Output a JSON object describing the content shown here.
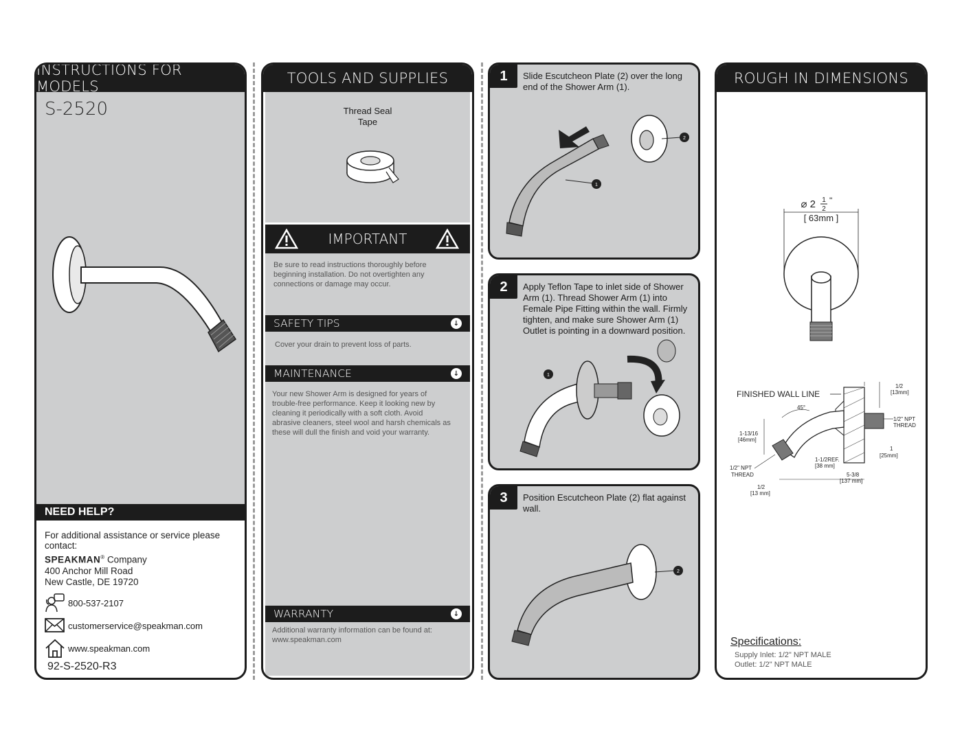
{
  "panel1": {
    "header": "INSTRUCTIONS FOR MODELS",
    "model": "S-2520",
    "help_title": "NEED HELP?",
    "help_text": "For additional assistance or service please contact:",
    "company_brand": "SPEAKMAN",
    "company_reg": "®",
    "company_word": "Company",
    "address1": "400 Anchor Mill Road",
    "address2": "New Castle, DE 19720",
    "phone": "800-537-2107",
    "email": "customerservice@speakman.com",
    "web": "www.speakman.com",
    "doc_number": "92-S-2520-R3"
  },
  "panel2": {
    "header": "TOOLS AND SUPPLIES",
    "tool_line1": "Thread Seal",
    "tool_line2": "Tape",
    "important_title": "IMPORTANT",
    "important_text": "Be sure to read instructions thoroughly before beginning installation. Do not overtighten any connections or damage may occur.",
    "safety_title": "SAFETY TIPS",
    "safety_text": "Cover your drain to prevent loss of parts.",
    "maintenance_title": "MAINTENANCE",
    "maintenance_text": "Your new Shower Arm is designed for years of trouble-free performance. Keep it looking new by cleaning it periodically with a soft cloth. Avoid abrasive cleaners, steel wool and harsh chemicals as these will dull the finish and void your warranty.",
    "warranty_title": "WARRANTY",
    "warranty_text": "Additional warranty information can be found at: www.speakman.com"
  },
  "steps": [
    {
      "num": "1",
      "text": "Slide Escutcheon Plate (2) over the long end of the Shower Arm (1)."
    },
    {
      "num": "2",
      "text": "Apply Teflon Tape to inlet side of Shower Arm (1). Thread Shower Arm (1) into Female Pipe Fitting within the wall. Firmly tighten, and make sure Shower Arm (1) Outlet is pointing in a downward position."
    },
    {
      "num": "3",
      "text": "Position Escutcheon Plate (2) flat against wall."
    }
  ],
  "callouts": {
    "arm": "1",
    "plate": "2"
  },
  "panel4": {
    "header": "ROUGH IN DIMENSIONS",
    "diameter": "⌀ 2",
    "diameter_frac_num": "1",
    "diameter_frac_den": "2",
    "diameter_inch": "\"",
    "diameter_mm": "[ 63mm ]",
    "wall_line": "FINISHED WALL LINE",
    "dims": {
      "d1": "1/2",
      "d1mm": "[13mm]",
      "d2": "1/2\" NPT",
      "d2b": "THREAD",
      "d3": "1",
      "d3mm": "[25mm]",
      "d4": "45°",
      "d5": "1-13/16",
      "d5mm": "[46mm]",
      "d6": "1-1/2REF.",
      "d6mm": "[38 mm]",
      "d7": "1/2\" NPT",
      "d7b": "THREAD",
      "d8": "5-3/8",
      "d8mm": "[137 mm]",
      "d9": "1/2",
      "d9mm": "[13 mm]"
    },
    "spec_title": "Specifications:",
    "spec1": "Supply Inlet: 1/2\" NPT MALE",
    "spec2": "Outlet: 1/2\" NPT MALE"
  },
  "colors": {
    "dark": "#1c1c1c",
    "panel_gray": "#cdcecf"
  }
}
